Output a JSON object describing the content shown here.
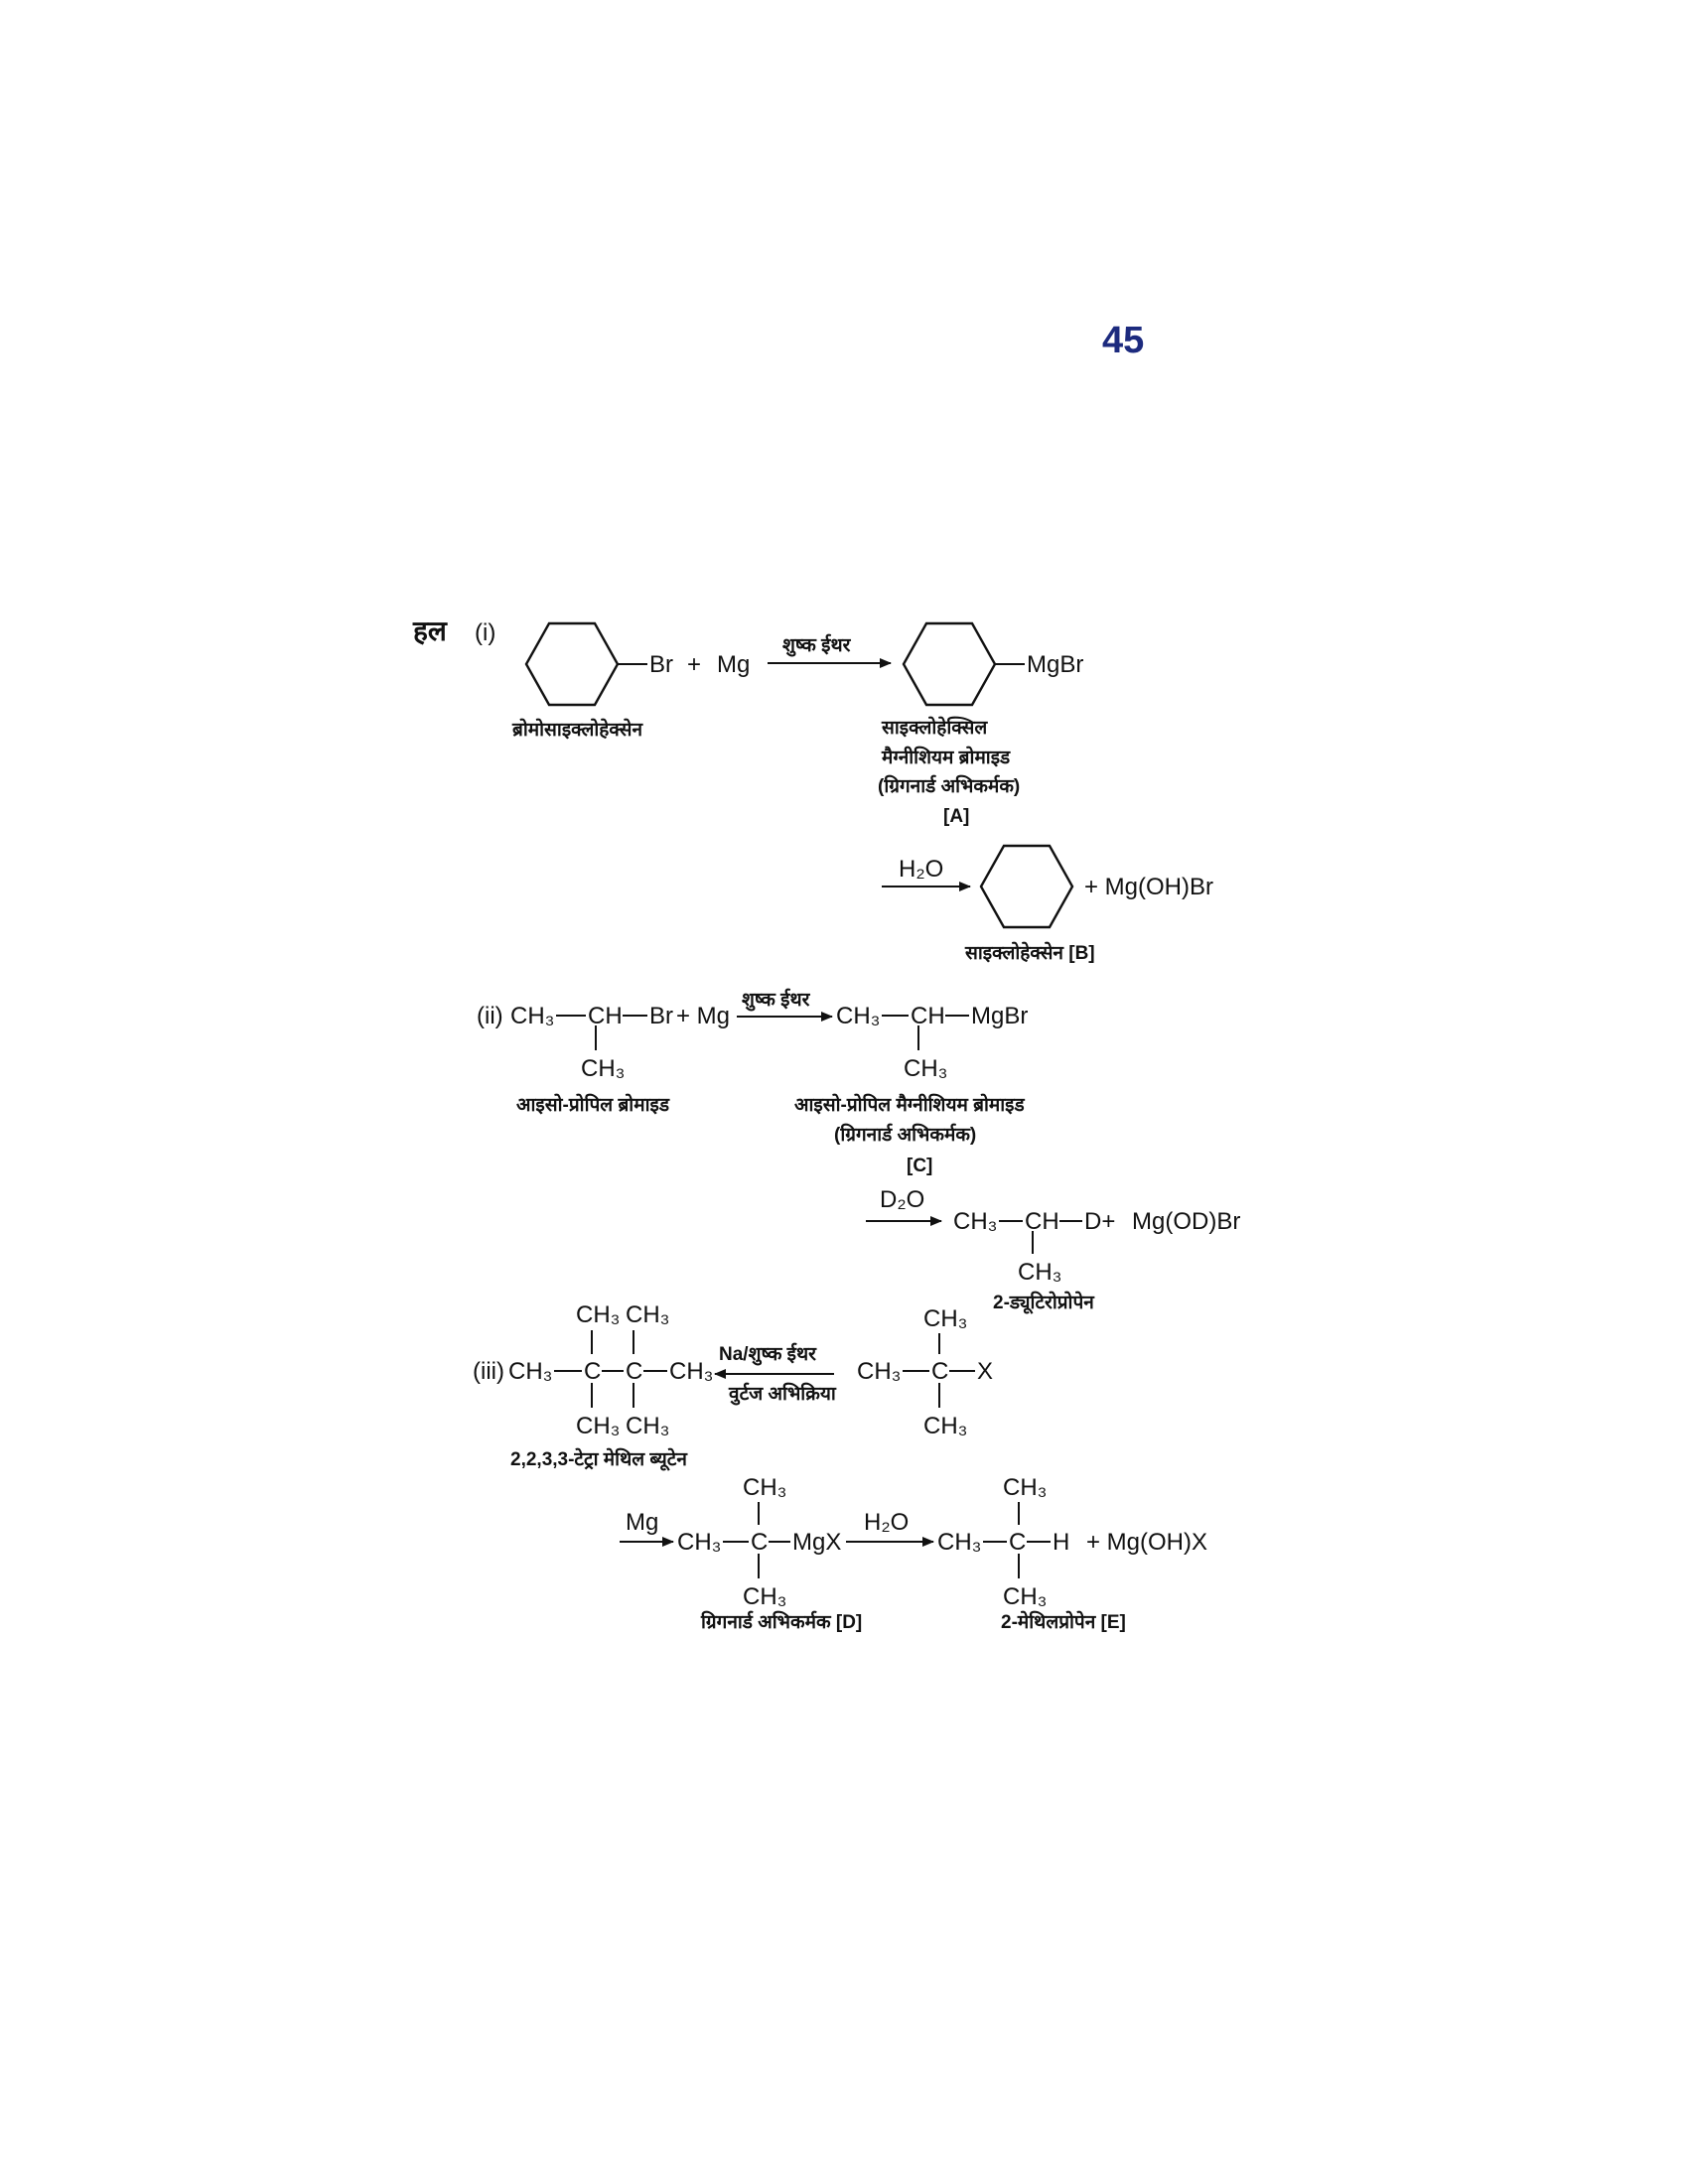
{
  "page_number": "45",
  "solution_label": "हल",
  "part1": {
    "num": "(i)",
    "br": "Br",
    "plus": "+",
    "mg": "Mg",
    "reagent": "शुष्क ईथर",
    "mgbr": "MgBr",
    "label_reactant": "ब्रोमोसाइक्लोहेक्सेन",
    "label_product_1": "साइक्लोहेक्सिल",
    "label_product_2": "मैग्नीशियम ब्रोमाइड",
    "label_product_3": "(ग्रिगनार्ड अभिकर्मक)",
    "label_product_4": "[A]",
    "h2o": "H₂O",
    "byproduct": "+ Mg(OH)Br",
    "label_b": "साइक्लोहेक्सेन [B]"
  },
  "part2": {
    "num": "(ii)",
    "ch3": "CH₃",
    "ch": "CH",
    "br": "Br",
    "plus_mg": "+ Mg",
    "reagent": "शुष्क ईथर",
    "mgbr": "MgBr",
    "label_reactant": "आइसो-प्रोपिल ब्रोमाइड",
    "label_product_1": "आइसो-प्रोपिल मैग्नीशियम ब्रोमाइड",
    "label_product_2": "(ग्रिगनार्ड अभिकर्मक)",
    "label_product_3": "[C]",
    "d2o": "D₂O",
    "d": "D+",
    "byproduct": "Mg(OD)Br",
    "label_final": "2-ड्यूटिरोप्रोपेन"
  },
  "part3": {
    "num": "(iii)",
    "ch3": "CH₃",
    "c": "C",
    "x": "X",
    "reagent_top": "Na/शुष्क ईथर",
    "reagent_bottom": "वुर्टज अभिक्रिया",
    "label_wurtz": "2,2,3,3-टेट्रा मेथिल ब्यूटेन",
    "mg": "Mg",
    "mgx": "MgX",
    "h2o": "H₂O",
    "h": "H",
    "byproduct": "+ Mg(OH)X",
    "label_d": "ग्रिगनार्ड अभिकर्मक [D]",
    "label_e": "2-मेथिलप्रोपेन [E]"
  }
}
